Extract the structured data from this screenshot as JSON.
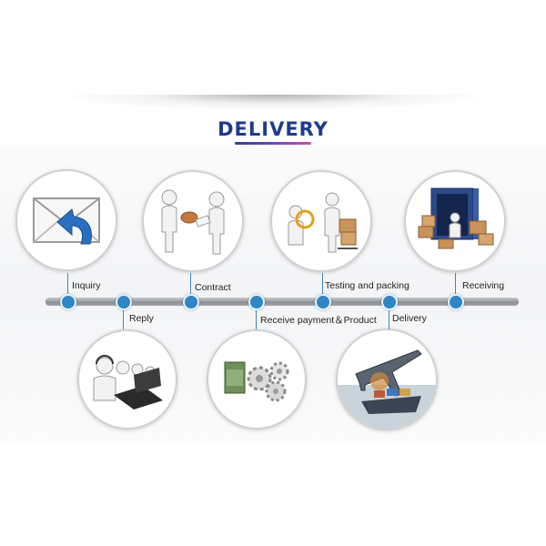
{
  "header": {
    "title": "DELIVERY"
  },
  "steps": [
    {
      "id": "inquiry",
      "label": "Inquiry",
      "icon": "envelope-arrow-icon"
    },
    {
      "id": "reply",
      "label": "Reply",
      "icon": "call-center-agents-icon"
    },
    {
      "id": "contract",
      "label": "Contract",
      "icon": "handshake-figures-icon"
    },
    {
      "id": "payment",
      "label": "Receive payment＆Product",
      "icon": "money-gears-icon"
    },
    {
      "id": "testing",
      "label": "Testing and packing",
      "icon": "inspection-boxes-icon"
    },
    {
      "id": "delivery",
      "label": "Delivery",
      "icon": "airplane-ship-icon"
    },
    {
      "id": "receiving",
      "label": "Receiving",
      "icon": "container-unloading-icon"
    }
  ],
  "colors": {
    "title": "#1f3a8f",
    "dot": "#2f86c4",
    "line": "#8c8f94"
  }
}
